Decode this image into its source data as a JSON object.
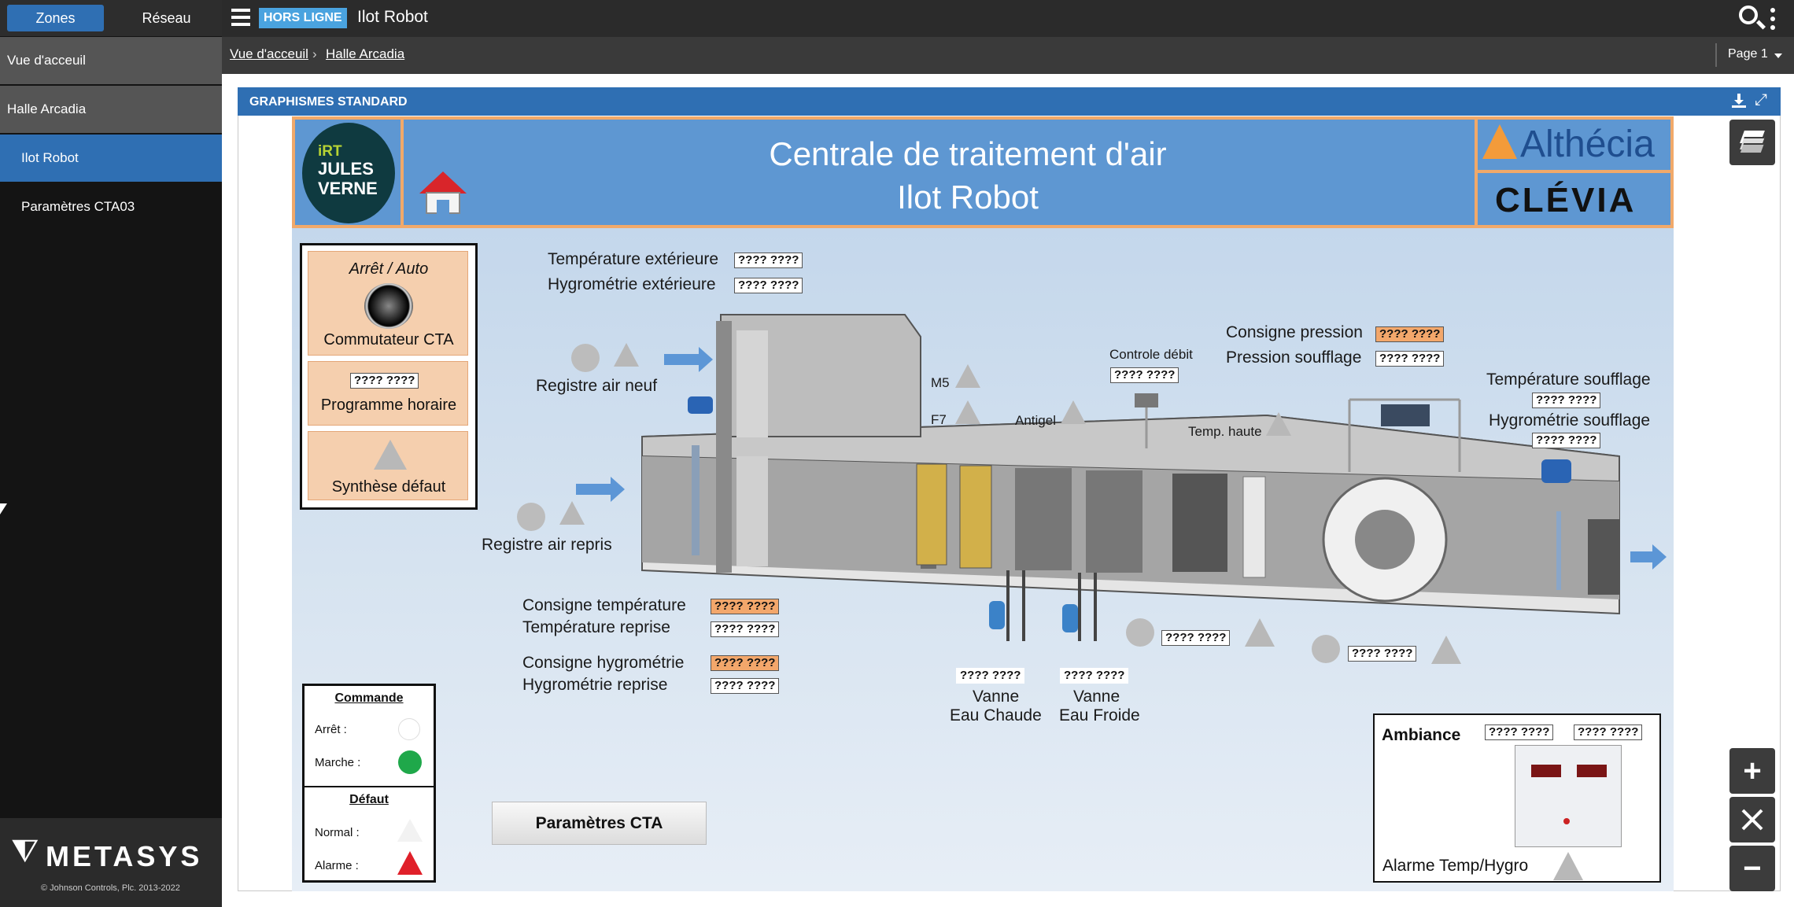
{
  "sidebar": {
    "tabs": [
      {
        "label": "Zones"
      },
      {
        "label": "Réseau"
      }
    ],
    "items": [
      {
        "label": "Vue d'acceuil"
      },
      {
        "label": "Halle Arcadia"
      },
      {
        "label": "Ilot Robot"
      },
      {
        "label": "Paramètres CTA03"
      }
    ],
    "brand": "METASYS",
    "brand_glyph": "⧨",
    "copyright": "© Johnson Controls, Plc. 2013-2022"
  },
  "header": {
    "menu_icon": "hamburger-icon",
    "status_badge": "HORS LIGNE",
    "title": "Ilot Robot",
    "search_icon": "search-icon",
    "more_icon": "more-vertical-icon"
  },
  "breadcrumb": {
    "items": [
      {
        "label": "Vue d'acceuil"
      },
      {
        "label": "Halle Arcadia"
      }
    ],
    "separator": "›",
    "page_select": "Page 1"
  },
  "panel": {
    "title": "GRAPHISMES STANDARD",
    "download_icon": "download-icon",
    "expand_icon": "expand-icon"
  },
  "graphic": {
    "title_line1": "Centrale de traitement d'air",
    "title_line2": "Ilot Robot",
    "logo_irt": {
      "top": "iRT",
      "line1": "JULES",
      "line2": "VERNE"
    },
    "logo_althecia": "Althécia",
    "logo_clevia": "CLÉVIA",
    "home_icon": "home-icon",
    "controls": {
      "mode_label": "Arrêt / Auto",
      "switch_label": "Commutateur CTA",
      "schedule_value": "???? ????",
      "schedule_label": "Programme horaire",
      "fault_label": "Synthèse défaut"
    },
    "outside": {
      "temp_label": "Température extérieure",
      "temp_value": "???? ????",
      "hygro_label": "Hygrométrie extérieure",
      "hygro_value": "???? ????"
    },
    "fresh_air_damper": "Registre air neuf",
    "return_air_damper": "Registre air repris",
    "filters": {
      "m5": "M5",
      "f7": "F7"
    },
    "antigel": "Antigel",
    "flow": {
      "label": "Controle débit",
      "value": "???? ????"
    },
    "high_temp": "Temp. haute",
    "pressure": {
      "setpoint_label": "Consigne pression",
      "setpoint_value": "???? ????",
      "label": "Pression soufflage",
      "value": "???? ????"
    },
    "supply": {
      "temp_label": "Température soufflage",
      "temp_value": "???? ????",
      "hygro_label": "Hygrométrie soufflage",
      "hygro_value": "???? ????"
    },
    "return": {
      "temp_sp_label": "Consigne température",
      "temp_sp_value": "???? ????",
      "temp_label": "Température reprise",
      "temp_value": "???? ????",
      "hygro_sp_label": "Consigne hygrométrie",
      "hygro_sp_value": "???? ????",
      "hygro_label": "Hygrométrie reprise",
      "hygro_value": "???? ????"
    },
    "valves": {
      "hot_value": "???? ????",
      "hot_label1": "Vanne",
      "hot_label2": "Eau Chaude",
      "cold_value": "???? ????",
      "cold_label1": "Vanne",
      "cold_label2": "Eau Froide"
    },
    "motor1_value": "???? ????",
    "motor2_value": "???? ????",
    "legend": {
      "cmd_title": "Commande",
      "stop": "Arrêt :",
      "run": "Marche :",
      "fault_title": "Défaut",
      "normal": "Normal :",
      "alarm": "Alarme :"
    },
    "params_button": "Paramètres CTA",
    "ambiance": {
      "label": "Ambiance",
      "value1": "???? ????",
      "value2": "???? ????",
      "alarm_label": "Alarme Temp/Hygro"
    }
  },
  "side_tools": {
    "layers_icon": "layers-icon",
    "zoom_in": "+",
    "fit_icon": "fit-screen-icon",
    "zoom_out": "−"
  },
  "colors": {
    "accent": "#2f6fb3",
    "badge": "#4aa3df",
    "banner": "#5e97d2",
    "orange": "#f3a76b",
    "run_green": "#1fa84a",
    "alarm_red": "#e0202a",
    "fault_grey": "#b8b8b8"
  }
}
